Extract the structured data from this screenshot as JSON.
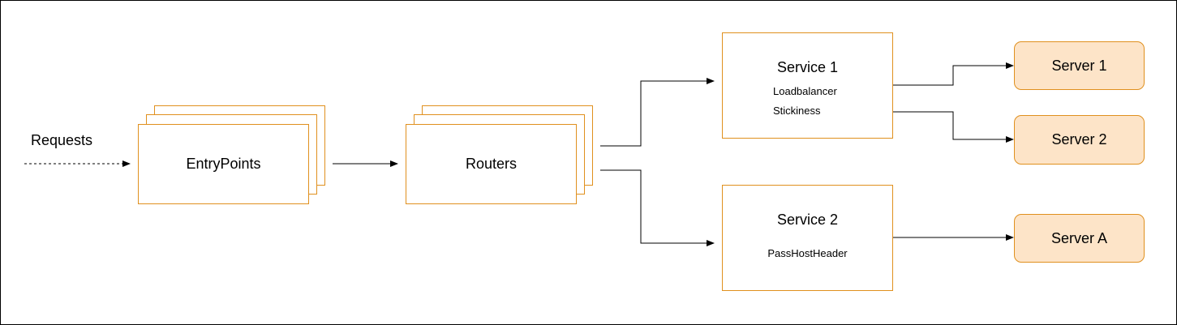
{
  "diagram": {
    "requests_label": "Requests",
    "entrypoints_label": "EntryPoints",
    "routers_label": "Routers",
    "service1": {
      "title": "Service 1",
      "attributes": [
        "Loadbalancer",
        "Stickiness"
      ]
    },
    "service2": {
      "title": "Service 2",
      "attributes": [
        "PassHostHeader"
      ]
    },
    "servers": [
      "Server 1",
      "Server 2",
      "Server A"
    ],
    "colors": {
      "box_border": "#e0901e",
      "server_fill": "#fde4c8",
      "line": "#000000"
    }
  }
}
